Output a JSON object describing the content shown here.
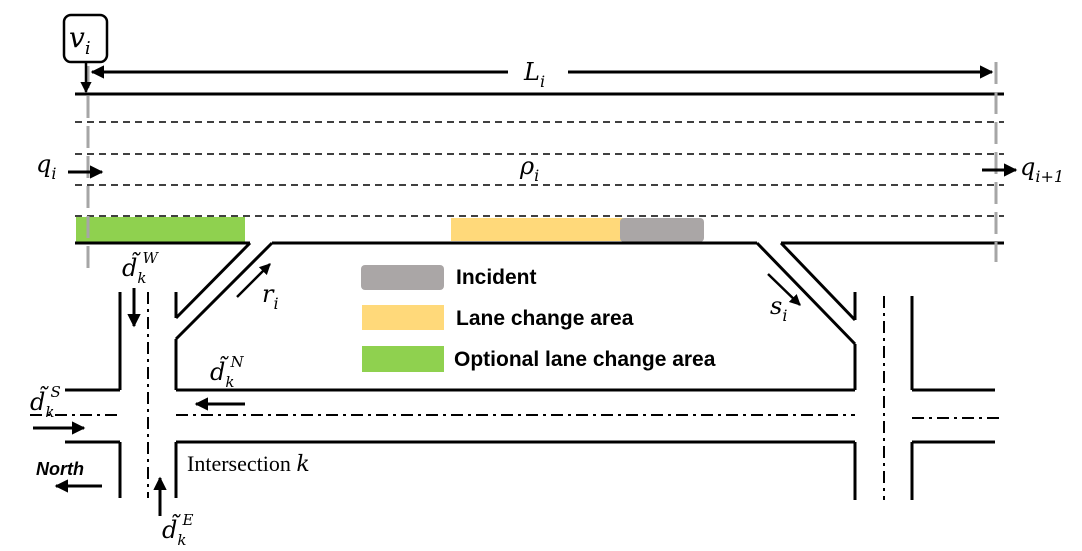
{
  "colors": {
    "incident": "#aaa6a6",
    "lane_change": "#ffd97a",
    "optional_lane_change": "#8fd14f",
    "road": "#000000",
    "segment_boundary": "#a6a6a6"
  },
  "labels": {
    "vehicle_v": "v",
    "vehicle_v_sub": "i",
    "length_L": "L",
    "length_L_sub": "i",
    "inflow_q": "q",
    "inflow_q_sub": "i",
    "density_rho": "ρ",
    "density_rho_sub": "i",
    "outflow_q": "q",
    "outflow_q_sub": "i+1",
    "onramp_r": "r",
    "onramp_r_sub": "i",
    "offramp_s": "s",
    "offramp_s_sub": "i",
    "demand_w": "d̃",
    "demand_w_sub": "k",
    "demand_w_sup": "W",
    "demand_n": "d̃",
    "demand_n_sub": "k",
    "demand_n_sup": "N",
    "demand_s": "d̃",
    "demand_s_sub": "k",
    "demand_s_sup": "S",
    "demand_e": "d̃",
    "demand_e_sub": "k",
    "demand_e_sup": "E",
    "north": "North",
    "intersection": "Intersection ",
    "intersection_k": "k"
  },
  "legend": [
    {
      "label": "Incident",
      "color_key": "incident"
    },
    {
      "label": "Lane change area",
      "color_key": "lane_change"
    },
    {
      "label": "Optional lane change area",
      "color_key": "optional_lane_change"
    }
  ]
}
